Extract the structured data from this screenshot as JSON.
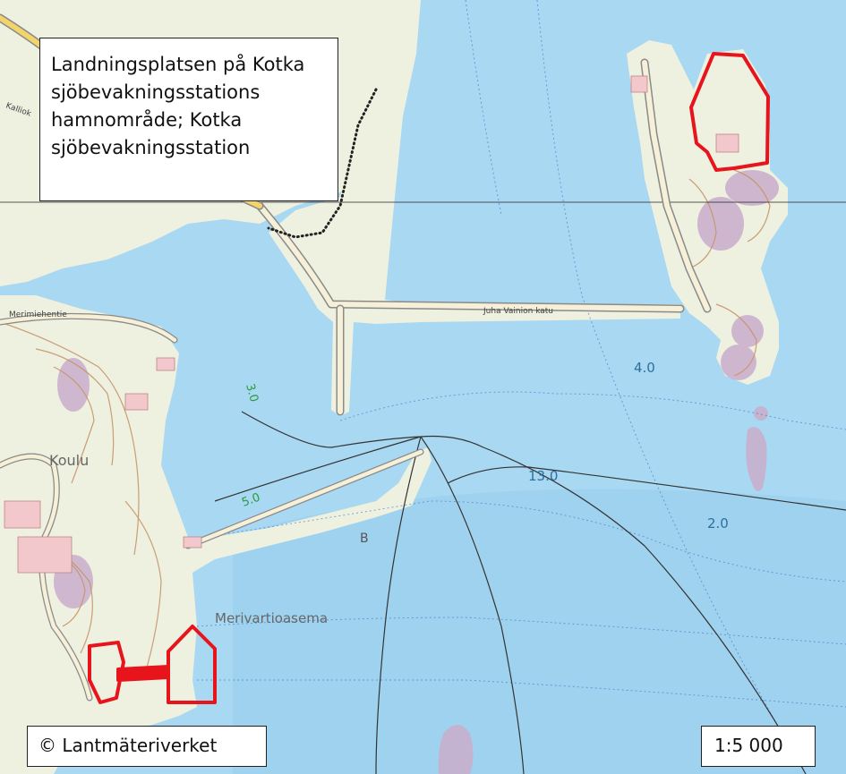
{
  "title_box": {
    "lines": [
      "Landningsplatsen på Kotka",
      "sjöbevakningsstations",
      "hamnområde; Kotka",
      "sjöbevakningsstation"
    ]
  },
  "copyright": "© Lantmäteriverket",
  "scale": "1:5 000",
  "map_labels": {
    "merivartioasema": "Merivartioasema",
    "koulu": "Koulu",
    "b": "B",
    "road_juha_vainion_katu": "Juha Vainion katu",
    "road_merimiehentie": "Merimiehentie",
    "road_kalliokatu": "Kalliok",
    "depth_3": "3.0",
    "depth_5": "5.0",
    "depth_4": "4.0",
    "depth_13": "13.0",
    "depth_2": "2.0"
  },
  "colors": {
    "water": "#a9d8f2",
    "land": "#eef0e0",
    "contour": "#c5956a",
    "road_outline": "#8a8a8a",
    "road_fill": "#f6f0d8",
    "boundary_red": "#e8141c",
    "rock": "#c9aecb",
    "depth_blue": "#2f6f9c",
    "depth_green": "#2a9a3a"
  }
}
